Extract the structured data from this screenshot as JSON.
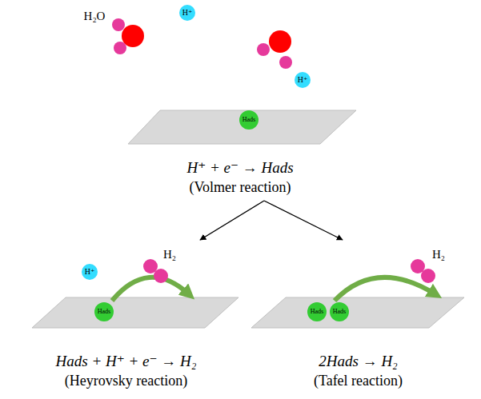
{
  "diagram": {
    "nodes": [
      {
        "text": [
          "H⁺ + e⁻ → Hads",
          "(Volmer reaction)"
        ]
      },
      {
        "text": [
          "Hads + H⁺ + e⁻ → H₂",
          "(Heyrovsky reaction)"
        ]
      },
      {
        "text": [
          "2Hads → H₂",
          "(Tafel reaction)"
        ]
      }
    ],
    "edges": [
      {
        "from": 0,
        "to": 1,
        "arrow": "to"
      },
      {
        "from": 0,
        "to": 2,
        "arrow": "to"
      }
    ],
    "labels": [
      "H₂O",
      "H⁺",
      "H⁺",
      "Hads",
      "H⁺",
      "H₂",
      "Hads",
      "H₂",
      "Hads",
      "Hads"
    ]
  }
}
